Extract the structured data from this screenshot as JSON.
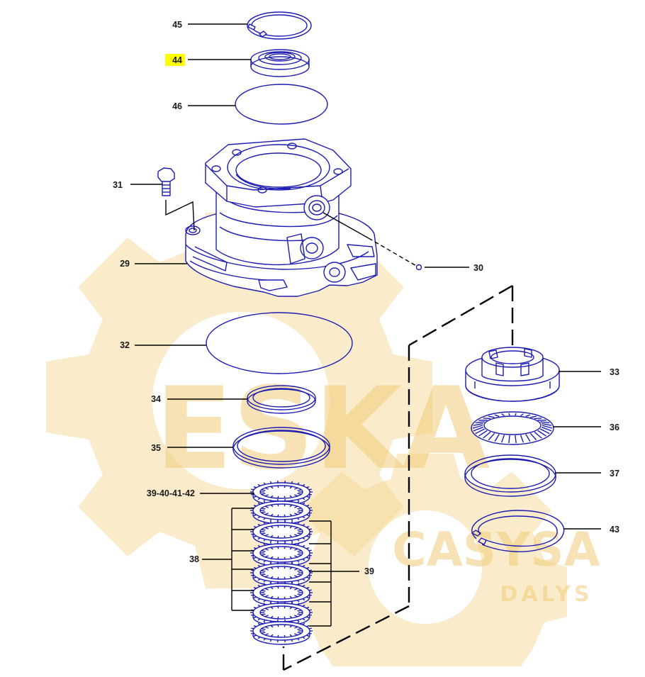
{
  "callouts": [
    {
      "id": "c45",
      "text": "45",
      "highlight": false
    },
    {
      "id": "c44",
      "text": "44",
      "highlight": true
    },
    {
      "id": "c46",
      "text": "46",
      "highlight": false
    },
    {
      "id": "c31",
      "text": "31",
      "highlight": false
    },
    {
      "id": "c29",
      "text": "29",
      "highlight": false
    },
    {
      "id": "c30",
      "text": "30",
      "highlight": false
    },
    {
      "id": "c32",
      "text": "32",
      "highlight": false
    },
    {
      "id": "c34",
      "text": "34",
      "highlight": false
    },
    {
      "id": "c35",
      "text": "35",
      "highlight": false
    },
    {
      "id": "c39group",
      "text": "39-40-41-42",
      "highlight": false
    },
    {
      "id": "c38",
      "text": "38",
      "highlight": false
    },
    {
      "id": "c39",
      "text": "39",
      "highlight": false
    },
    {
      "id": "c33",
      "text": "33",
      "highlight": false
    },
    {
      "id": "c36",
      "text": "36",
      "highlight": false
    },
    {
      "id": "c37",
      "text": "37",
      "highlight": false
    },
    {
      "id": "c43",
      "text": "43",
      "highlight": false
    }
  ],
  "watermark": {
    "brand": "ESKA",
    "line1": "CASYSA",
    "line2": "DALYS"
  },
  "colors": {
    "part_stroke": "#1c1cb4",
    "highlight": "#ffff00",
    "watermark": "#f4d58b"
  }
}
